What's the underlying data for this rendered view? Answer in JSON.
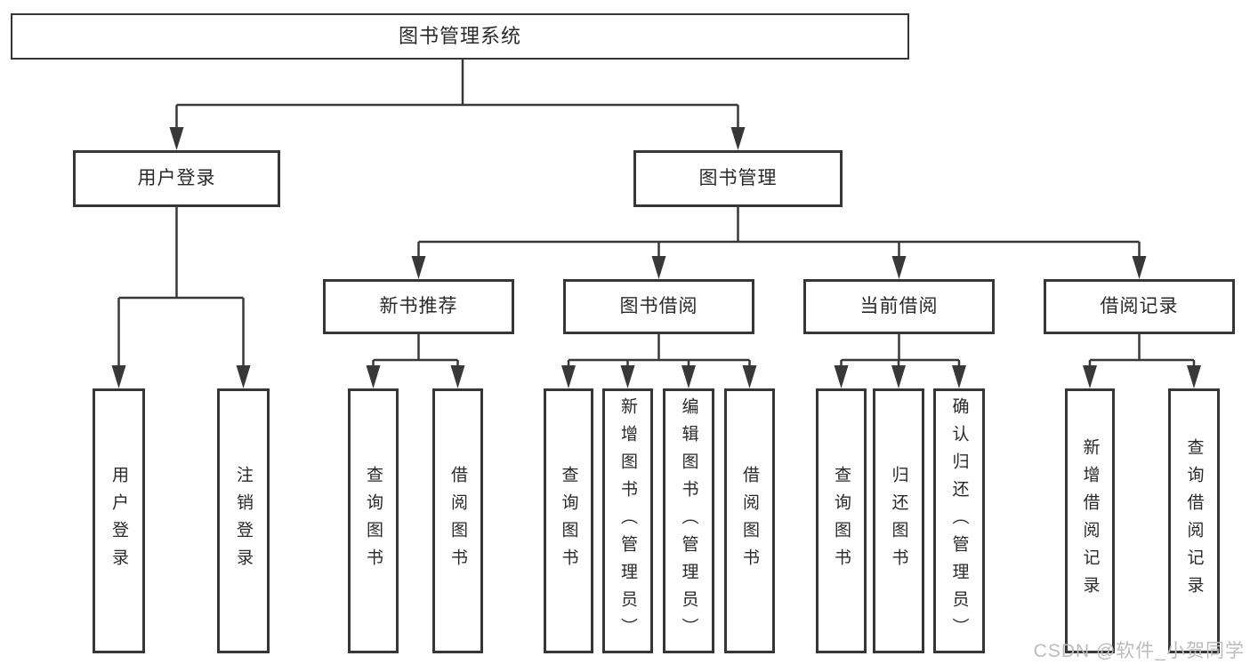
{
  "diagram": {
    "type": "hierarchy-tree",
    "root": {
      "label": "图书管理系统"
    },
    "branches": [
      {
        "label": "用户登录",
        "children": [
          {
            "label": "用户登录"
          },
          {
            "label": "注销登录"
          }
        ]
      },
      {
        "label": "图书管理",
        "children": [
          {
            "label": "新书推荐",
            "children": [
              {
                "label": "查询图书"
              },
              {
                "label": "借阅图书"
              }
            ]
          },
          {
            "label": "图书借阅",
            "children": [
              {
                "label": "查询图书"
              },
              {
                "label": "新增图书（管理员）"
              },
              {
                "label": "编辑图书（管理员）"
              },
              {
                "label": "借阅图书"
              }
            ]
          },
          {
            "label": "当前借阅",
            "children": [
              {
                "label": "查询图书"
              },
              {
                "label": "归还图书"
              },
              {
                "label": "确认归还（管理员）"
              }
            ]
          },
          {
            "label": "借阅记录",
            "children": [
              {
                "label": "新增借阅记录"
              },
              {
                "label": "查询借阅记录"
              }
            ]
          }
        ]
      }
    ]
  },
  "watermark": {
    "text": "CSDN @软件_小贺同学",
    "color": "#bcbcbc"
  },
  "style": {
    "border_color": "#363636",
    "line_color": "#383838",
    "text_color": "#2a2a2a",
    "background": "#ffffff"
  }
}
